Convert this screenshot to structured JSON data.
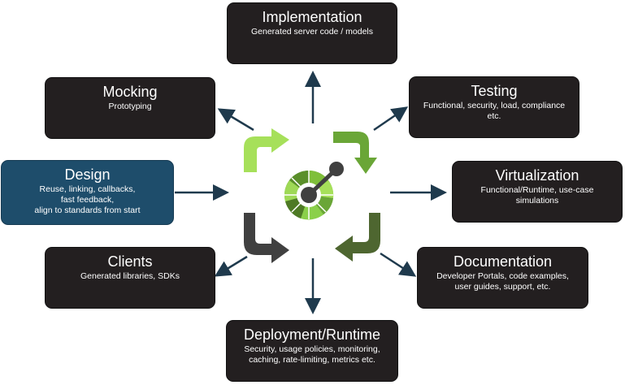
{
  "center": {
    "icon": "openapi-logo-icon"
  },
  "nodes": {
    "implementation": {
      "title": "Implementation",
      "desc": "Generated server code / models"
    },
    "mocking": {
      "title": "Mocking",
      "desc": "Prototyping"
    },
    "testing": {
      "title": "Testing",
      "desc": "Functional, security, load, compliance\netc."
    },
    "design": {
      "title": "Design",
      "desc": "Reuse, linking, callbacks,\nfast feedback,\nalign to standards from start"
    },
    "virtualization": {
      "title": "Virtualization",
      "desc": "Functional/Runtime, use-case\nsimulations"
    },
    "clients": {
      "title": "Clients",
      "desc": "Generated libraries, SDKs"
    },
    "documentation": {
      "title": "Documentation",
      "desc": "Developer Portals, code examples,\nuser guides, support, etc."
    },
    "deployment": {
      "title": "Deployment/Runtime",
      "desc": "Security, usage policies, monitoring,\ncaching, rate-limiting, metrics etc."
    }
  },
  "colors": {
    "box": "#231f20",
    "design_box": "#1e4d6b",
    "connector": "#1f3a4d",
    "curve_light_green": "#a6e05a",
    "curve_green": "#6aa637",
    "curve_dark_gray": "#404040",
    "curve_olive": "#4e6630"
  }
}
